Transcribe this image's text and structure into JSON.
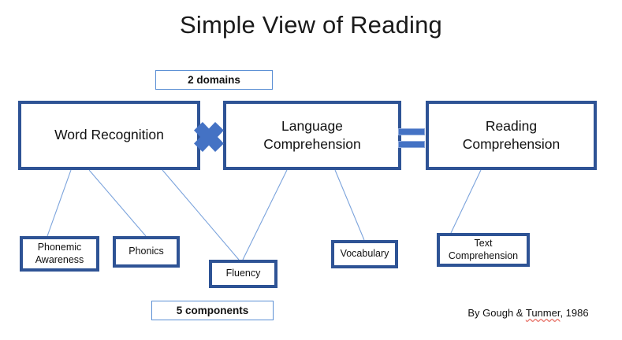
{
  "slide": {
    "title": "Simple View of Reading",
    "background_color": "#FFFFFF",
    "accent_dark_blue": "#2E5395",
    "accent_medium_blue": "#4472C4",
    "accent_light_blue": "#5B8FD4",
    "spellcheck_underline_color": "#E8756B"
  },
  "labels": {
    "domains_badge": "2 domains",
    "components_badge": "5 components"
  },
  "equation": {
    "boxes": [
      {
        "id": "word-recognition",
        "label": "Word Recognition",
        "lines": [
          "Word Recognition"
        ]
      },
      {
        "id": "language-comprehension",
        "label": "Language Comprehension",
        "lines": [
          "Language",
          "Comprehension"
        ]
      },
      {
        "id": "reading-comprehension",
        "label": "Reading Comprehension",
        "lines": [
          "Reading",
          "Comprehension"
        ]
      }
    ],
    "operators": [
      {
        "id": "multiply",
        "symbol": "×",
        "name": "multiply-icon"
      },
      {
        "id": "equals",
        "symbol": "=",
        "name": "equals-icon"
      }
    ]
  },
  "components": [
    {
      "id": "phonemic-awareness",
      "label": "Phonemic Awareness",
      "lines": [
        "Phonemic",
        "Awareness"
      ],
      "parent": "word-recognition"
    },
    {
      "id": "phonics",
      "label": "Phonics",
      "lines": [
        "Phonics"
      ],
      "parent": "word-recognition"
    },
    {
      "id": "fluency",
      "label": "Fluency",
      "lines": [
        "Fluency"
      ],
      "parent": "word-recognition, language-comprehension"
    },
    {
      "id": "vocabulary",
      "label": "Vocabulary",
      "lines": [
        "Vocabulary"
      ],
      "parent": "language-comprehension"
    },
    {
      "id": "text-comprehension",
      "label": "Text Comprehension",
      "lines": [
        "Text",
        "Comprehension"
      ],
      "parent": "reading-comprehension"
    }
  ],
  "attribution": {
    "prefix": "By Gough & ",
    "misspelled_word": "Tunmer",
    "suffix": ", 1986",
    "full_text": "By Gough & Tunmer, 1986"
  }
}
